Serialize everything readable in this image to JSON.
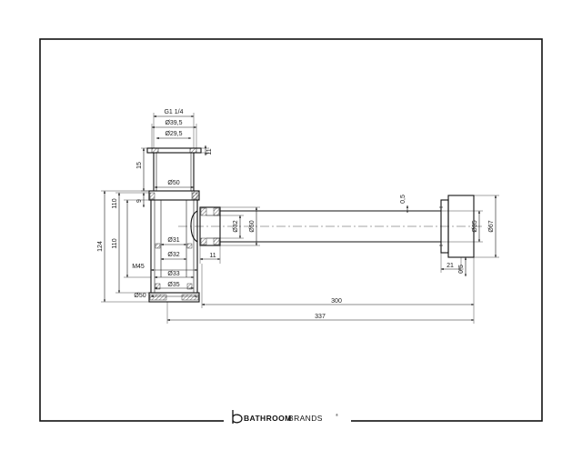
{
  "brand": {
    "name_bold": "BATHROOM",
    "name_light": "BRANDS",
    "mark": "®",
    "logo_icon": "bathroom-brands-b-logo"
  },
  "dimensions": {
    "thread": "G1 1/4",
    "d_39_5": "Ø39,5",
    "d_29_5": "Ø29,5",
    "h_11_top": "11",
    "h_15": "15",
    "d_50_upper": "Ø50",
    "h_9": "9",
    "h_110_outer": "110",
    "h_110_inner": "110",
    "h_124": "124",
    "d_31": "Ø31",
    "d_32_body": "Ø32",
    "thread_m45": "M45",
    "d_33": "Ø33",
    "d_35_body": "Ø35",
    "d_50_base": "Ø50",
    "d_32_joint": "Ø32",
    "d_50_joint": "Ø50",
    "w_11_joint": "11",
    "t_0_5_top": "0,5",
    "d_35_pipe": "Ø35",
    "d_67": "Ø67",
    "w_21": "21",
    "t_0_5_bottom": "0,5",
    "len_300": "300",
    "len_337": "337"
  }
}
